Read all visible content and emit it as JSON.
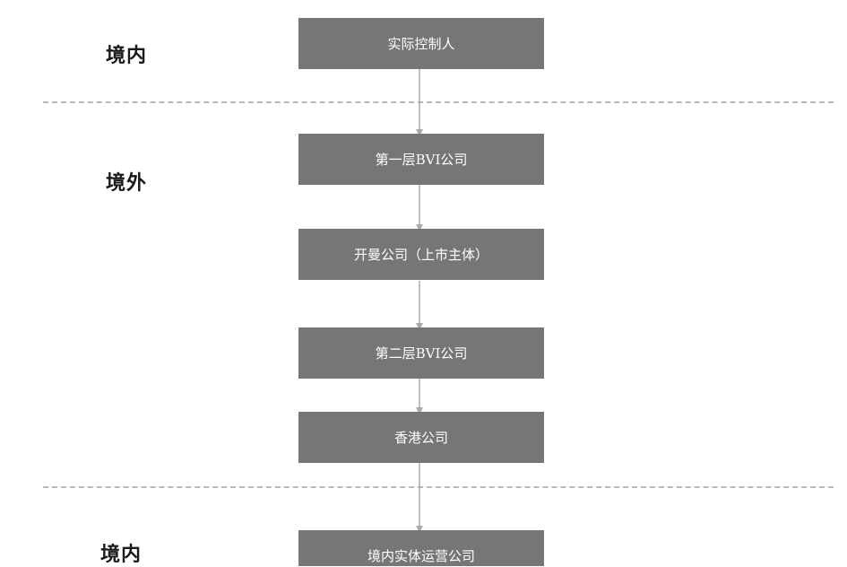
{
  "regions": {
    "top": "境内",
    "middle": "境外",
    "bottom": "境内"
  },
  "nodes": {
    "actual_controller": "实际控制人",
    "bvi_layer1": "第一层BVI公司",
    "kaiman_listed": "开曼公司（上市主体）",
    "bvi_layer2": "第二层BVI公司",
    "hk_company": "香港公司",
    "domestic_operating": "境内实体运营公司"
  },
  "colors": {
    "node_fill": "#767676",
    "node_text": "#ffffff",
    "connector": "#aaaaaa",
    "divider": "#b8b8b8"
  }
}
